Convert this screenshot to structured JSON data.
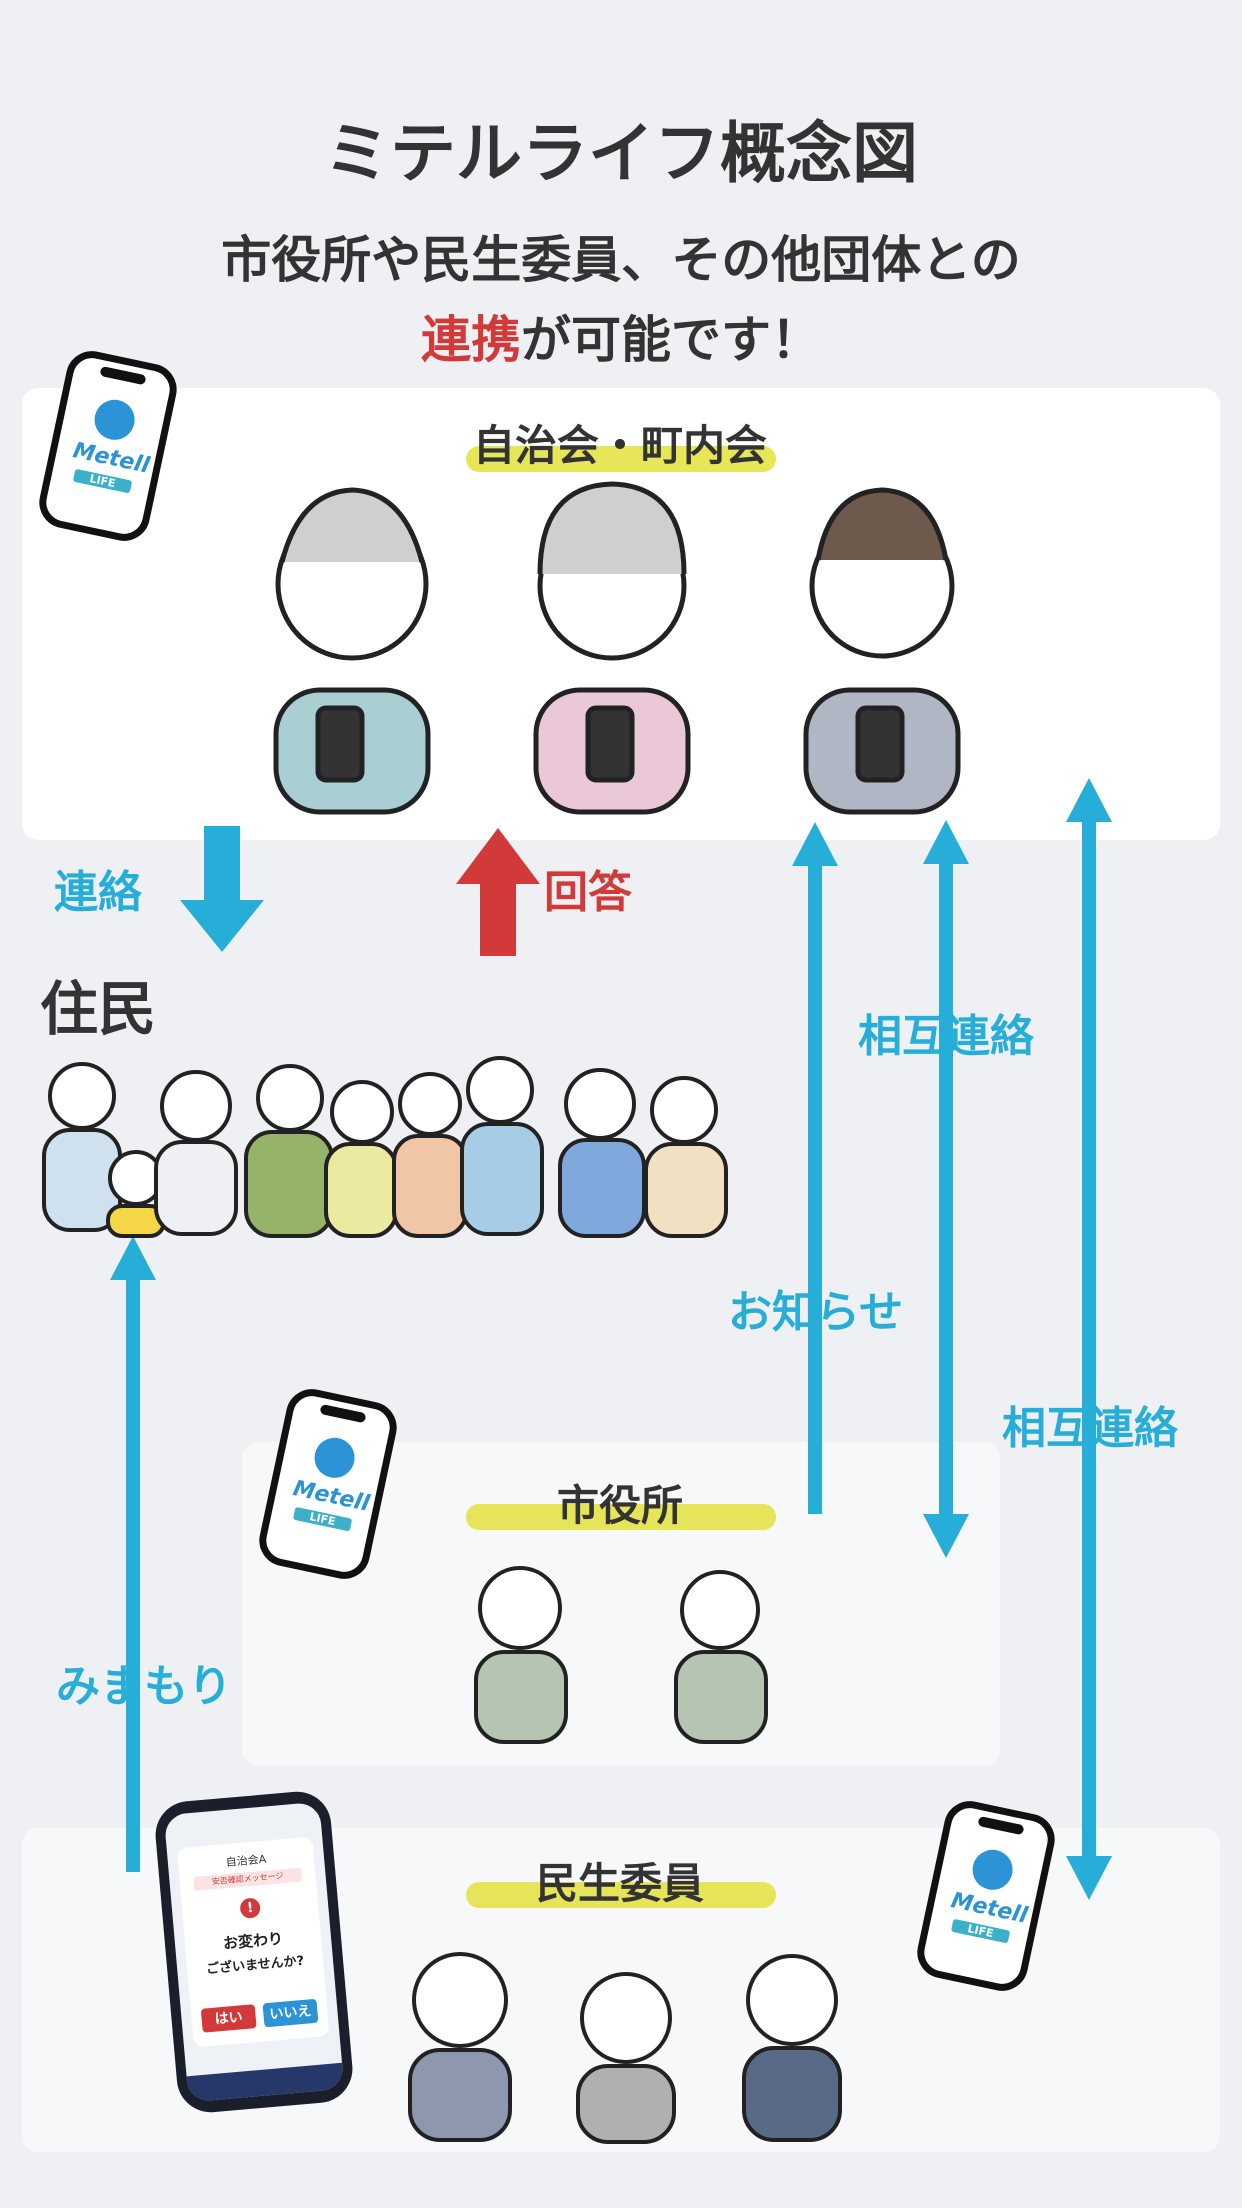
{
  "title": "ミテルライフ概念図",
  "subtitle_line1": "市役所や民生委員、その他団体との",
  "subtitle_line2_highlight": "連携",
  "subtitle_line2_rest": "が可能です！",
  "groups": {
    "neighborhood": "自治会・町内会",
    "residents": "住民",
    "city_hall": "市役所",
    "welfare": "民生委員"
  },
  "flows": {
    "contact": "連絡",
    "answer": "回答",
    "mutual_contact_1": "相互連絡",
    "notice": "お知らせ",
    "mutual_contact_2": "相互連絡",
    "watch": "みまもり"
  },
  "app_logo": {
    "name": "Metell",
    "sub": "LIFE"
  },
  "phone_screen": {
    "header": "自治会A",
    "tag": "安否確認メッセージ",
    "message_line1": "お変わり",
    "message_line2": "ございませんか?",
    "yes": "はい",
    "no": "いいえ"
  },
  "colors": {
    "flow_blue": "#26aed8",
    "flow_red": "#d23a3a",
    "marker_yellow": "#e3e23c",
    "background": "#eef0f4",
    "logo_blue": "#2b93d6"
  },
  "icons": [
    "smartphone-icon",
    "app-logo-icon",
    "person-illustration",
    "arrow-icon"
  ]
}
